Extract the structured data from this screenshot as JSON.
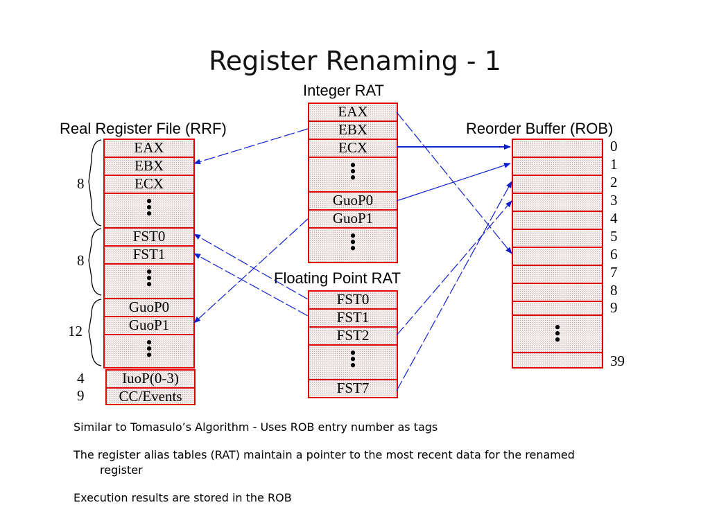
{
  "title": "Register Renaming - 1",
  "integer_rat": {
    "label": "Integer RAT",
    "cells": [
      "EAX",
      "EBX",
      "ECX",
      "GuoP0",
      "GuoP1"
    ]
  },
  "rrf": {
    "label": "Real Register File (RRF)",
    "cells": [
      "EAX",
      "EBX",
      "ECX",
      "FST0",
      "FST1",
      "GuoP0",
      "GuoP1",
      "IuoP(0-3)",
      "CC/Events"
    ],
    "group_counts": [
      "8",
      "8",
      "12",
      "4",
      "9"
    ]
  },
  "fp_rat": {
    "label": "Floating Point RAT",
    "cells": [
      "FST0",
      "FST1",
      "FST2",
      "FST7"
    ]
  },
  "rob": {
    "label": "Reorder Buffer (ROB)",
    "indices": [
      "0",
      "1",
      "2",
      "3",
      "4",
      "5",
      "6",
      "7",
      "8",
      "9",
      "39"
    ]
  },
  "bullets": [
    "Similar to Tomasulo’s Algorithm - Uses ROB entry number as tags",
    "The register alias tables (RAT) maintain a pointer to the most recent data for the renamed register",
    "Execution results are stored in the ROB"
  ],
  "colors": {
    "table_border": "#e00000",
    "arrow": "#1020d0"
  }
}
